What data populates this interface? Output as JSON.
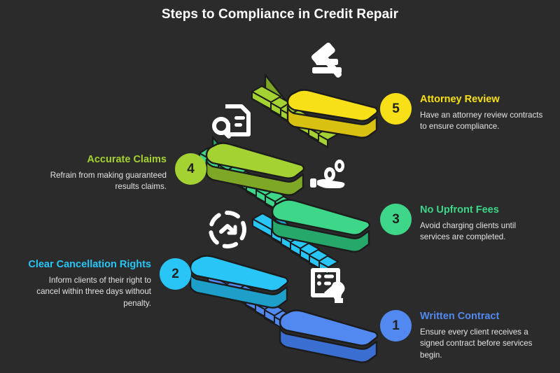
{
  "title": "Steps to Compliance in Credit Repair",
  "theme": {
    "background": "#2b2b2b",
    "title_color": "#ffffff",
    "body_text_color": "#e3e3e3",
    "outline": "#1b1b1b",
    "icon_color": "#ffffff"
  },
  "steps": [
    {
      "number": "5",
      "title": "Attorney Review",
      "description": "Have an attorney review contracts to ensure compliance.",
      "color": "#f7e017",
      "side": "right",
      "icon": "gavel-icon"
    },
    {
      "number": "4",
      "title": "Accurate Claims",
      "description": "Refrain from making guaranteed results claims.",
      "color": "#a4d233",
      "side": "left",
      "icon": "document-search-icon"
    },
    {
      "number": "3",
      "title": "No Upfront Fees",
      "description": "Avoid charging clients until services are completed.",
      "color": "#3ed688",
      "side": "right",
      "icon": "hand-coins-icon"
    },
    {
      "number": "2",
      "title": "Clear Cancellation Rights",
      "description": "Inform clients of their right to cancel within three days without penalty.",
      "color": "#29c5f6",
      "side": "left",
      "icon": "cancel-refresh-icon"
    },
    {
      "number": "1",
      "title": "Written Contract",
      "description": "Ensure every client receives a signed contract before services begin.",
      "color": "#5289f0",
      "side": "right",
      "icon": "signed-contract-icon"
    }
  ],
  "staircase": {
    "platforms": [
      {
        "name": "platform-attorney-review",
        "color": "#f7e017"
      },
      {
        "name": "platform-accurate-claims",
        "color": "#a4d233"
      },
      {
        "name": "platform-no-upfront-fees",
        "color": "#3ed688"
      },
      {
        "name": "platform-clear-cancellation",
        "color": "#29c5f6"
      },
      {
        "name": "platform-written-contract",
        "color": "#5289f0"
      }
    ],
    "flights": [
      {
        "name": "stairs-green-to-yellow",
        "color": "#a4d233"
      },
      {
        "name": "stairs-mint-to-green",
        "color": "#3ed688"
      },
      {
        "name": "stairs-cyan-to-mint",
        "color": "#29c5f6"
      },
      {
        "name": "stairs-blue-to-cyan",
        "color": "#5289f0"
      }
    ]
  }
}
